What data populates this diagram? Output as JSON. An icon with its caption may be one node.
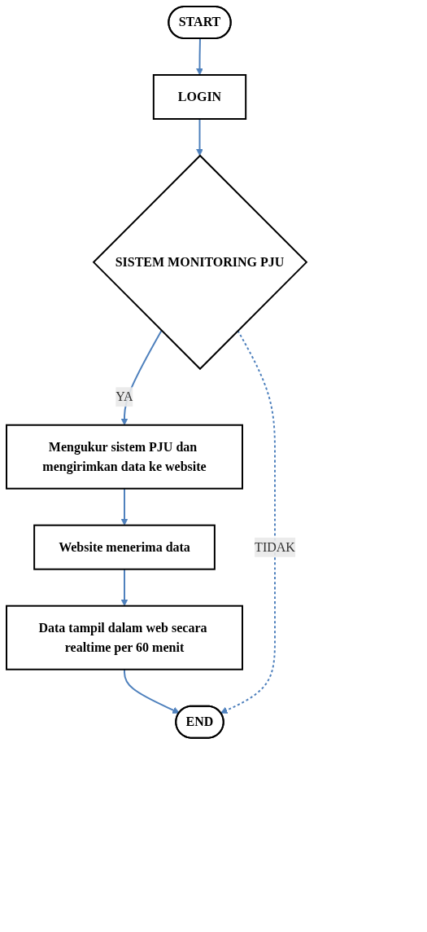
{
  "diagram": {
    "nodes": [
      {
        "text": [
          "START"
        ]
      },
      {
        "text": [
          "LOGIN"
        ]
      },
      {
        "text": [
          "SISTEM MONITORING PJU"
        ]
      },
      {
        "text": [
          "Mengukur sistem PJU dan mengirimkan data ke website"
        ]
      },
      {
        "text": [
          "Website menerima data"
        ]
      },
      {
        "text": [
          "Data tampil dalam web secara realtime per 60 menit"
        ]
      },
      {
        "text": [
          "END"
        ]
      }
    ],
    "edges": [
      {
        "from": 0,
        "to": 1,
        "arrow": "to"
      },
      {
        "from": 1,
        "to": 2,
        "arrow": "to"
      },
      {
        "from": 2,
        "to": 3,
        "arrow": "to",
        "label": "YA"
      },
      {
        "from": 3,
        "to": 4,
        "arrow": "to"
      },
      {
        "from": 4,
        "to": 5,
        "arrow": "to"
      },
      {
        "from": 5,
        "to": 6,
        "arrow": "to"
      },
      {
        "from": 2,
        "to": 6,
        "arrow": "to",
        "label": "TIDAK",
        "style": "dashed"
      }
    ]
  }
}
